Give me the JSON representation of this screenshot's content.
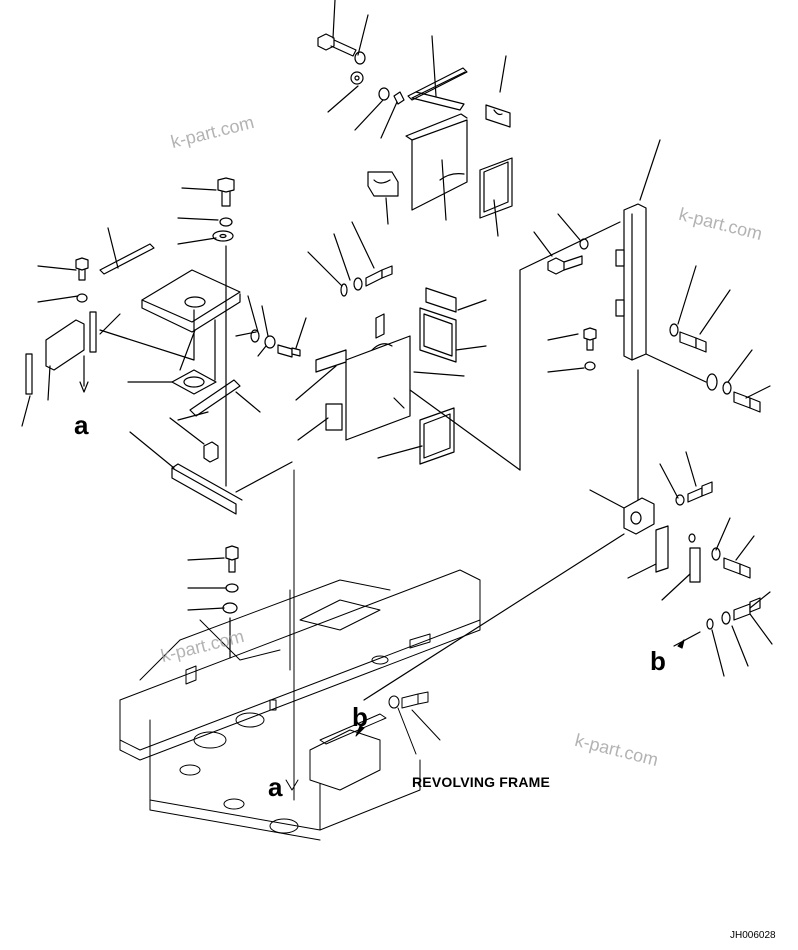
{
  "labels": {
    "ref_a_top": "a",
    "ref_a_bottom": "a",
    "ref_b_right": "b",
    "ref_b_bottom": "b",
    "revolving_frame": "REVOLVING FRAME",
    "drawing_code": "JH006028"
  },
  "watermarks": [
    "k-part.com",
    "k-part.com",
    "k-part.com",
    "k-part.com"
  ]
}
